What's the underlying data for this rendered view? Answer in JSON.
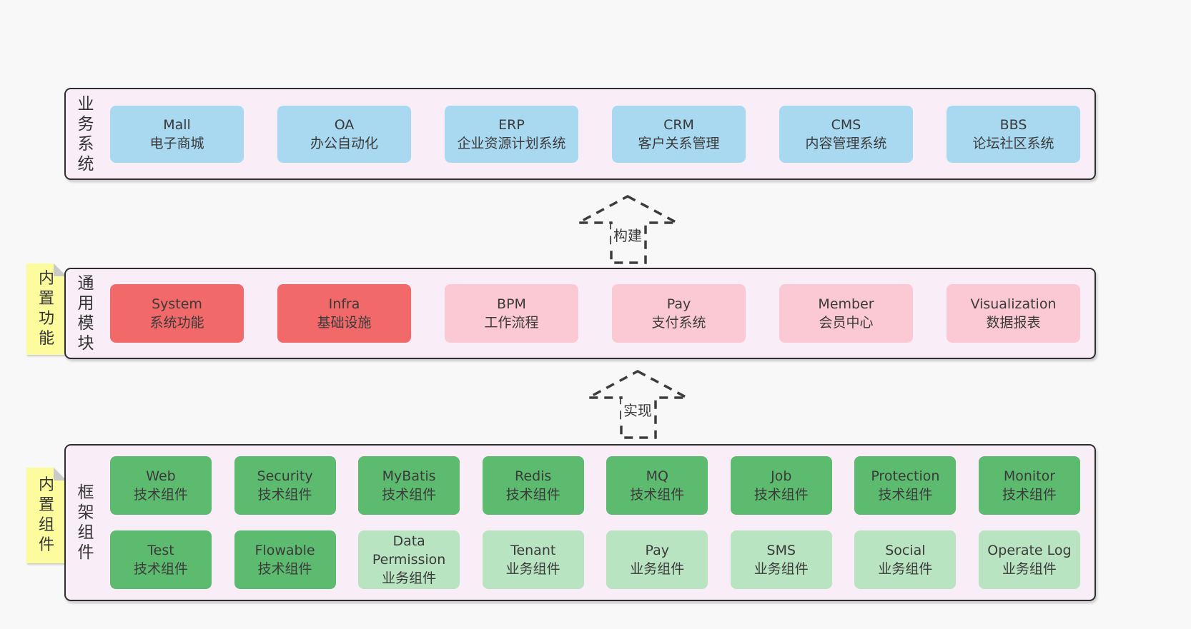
{
  "colors": {
    "blue": "#a9d9f1",
    "red": "#f2696a",
    "pink": "#fbc9d3",
    "green": "#5dbb6f",
    "lightgreen": "#b9e4c2",
    "sticky": "#fcfc9f",
    "band_bg": "#f9eef7",
    "band_border": "#2e2e2e",
    "dash": "#3c3c3c"
  },
  "arrows": [
    {
      "label": "构建"
    },
    {
      "label": "实现"
    }
  ],
  "bands": [
    {
      "label": "业务系统",
      "rows": [
        [
          {
            "name": "Mall",
            "desc": "电子商城",
            "type": "blue"
          },
          {
            "name": "OA",
            "desc": "办公自动化",
            "type": "blue"
          },
          {
            "name": "ERP",
            "desc": "企业资源计划系统",
            "type": "blue"
          },
          {
            "name": "CRM",
            "desc": "客户关系管理",
            "type": "blue"
          },
          {
            "name": "CMS",
            "desc": "内容管理系统",
            "type": "blue"
          },
          {
            "name": "BBS",
            "desc": "论坛社区系统",
            "type": "blue"
          }
        ]
      ]
    },
    {
      "label": "通用模块",
      "sticky": "内置功能",
      "rows": [
        [
          {
            "name": "System",
            "desc": "系统功能",
            "type": "red"
          },
          {
            "name": "Infra",
            "desc": "基础设施",
            "type": "red"
          },
          {
            "name": "BPM",
            "desc": "工作流程",
            "type": "pink"
          },
          {
            "name": "Pay",
            "desc": "支付系统",
            "type": "pink"
          },
          {
            "name": "Member",
            "desc": "会员中心",
            "type": "pink"
          },
          {
            "name": "Visualization",
            "desc": "数据报表",
            "type": "pink"
          }
        ]
      ]
    },
    {
      "label": "框架组件",
      "sticky": "内置组件",
      "rows": [
        [
          {
            "name": "Web",
            "desc": "技术组件",
            "type": "green"
          },
          {
            "name": "Security",
            "desc": "技术组件",
            "type": "green"
          },
          {
            "name": "MyBatis",
            "desc": "技术组件",
            "type": "green"
          },
          {
            "name": "Redis",
            "desc": "技术组件",
            "type": "green"
          },
          {
            "name": "MQ",
            "desc": "技术组件",
            "type": "green"
          },
          {
            "name": "Job",
            "desc": "技术组件",
            "type": "green"
          },
          {
            "name": "Protection",
            "desc": "技术组件",
            "type": "green"
          },
          {
            "name": "Monitor",
            "desc": "技术组件",
            "type": "green"
          }
        ],
        [
          {
            "name": "Test",
            "desc": "技术组件",
            "type": "green"
          },
          {
            "name": "Flowable",
            "desc": "技术组件",
            "type": "green"
          },
          {
            "name": "Data Permission",
            "desc": "业务组件",
            "type": "lightgreen"
          },
          {
            "name": "Tenant",
            "desc": "业务组件",
            "type": "lightgreen"
          },
          {
            "name": "Pay",
            "desc": "业务组件",
            "type": "lightgreen"
          },
          {
            "name": "SMS",
            "desc": "业务组件",
            "type": "lightgreen"
          },
          {
            "name": "Social",
            "desc": "业务组件",
            "type": "lightgreen"
          },
          {
            "name": "Operate Log",
            "desc": "业务组件",
            "type": "lightgreen"
          }
        ]
      ]
    }
  ]
}
